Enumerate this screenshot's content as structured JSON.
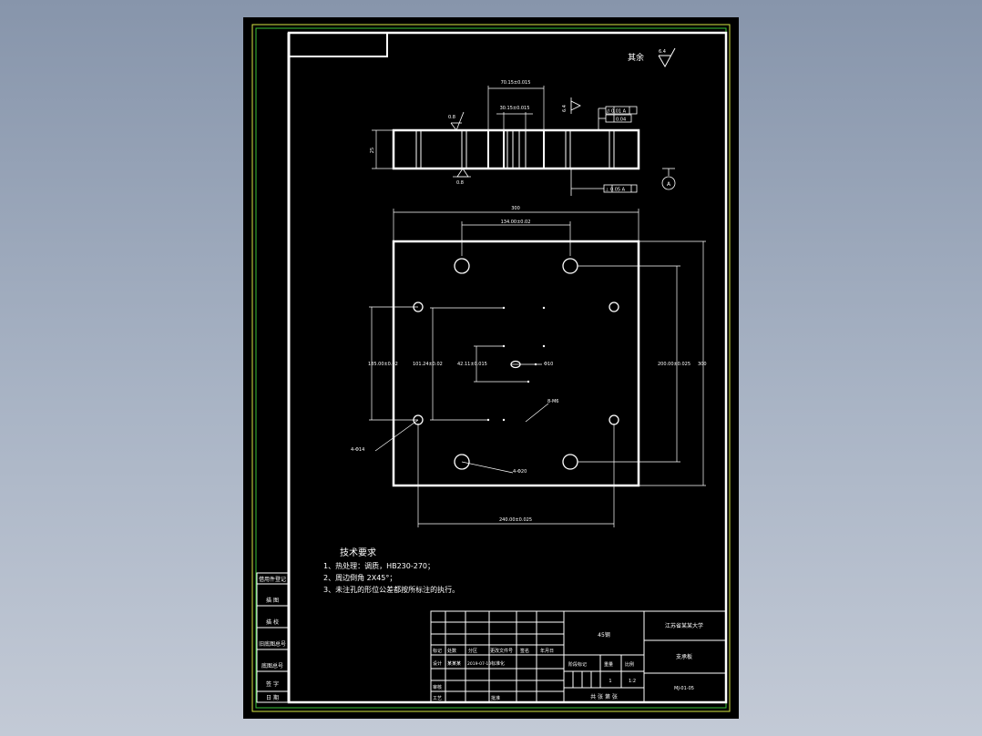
{
  "drawing": {
    "surface_roughness_rest": "其余",
    "roughness_rest_value": "6.4",
    "dims": {
      "top_outer": "70.15±0.015",
      "top_inner": "30.15±0.015",
      "thickness": "25",
      "rough_top": "0.8",
      "rough_bottom": "0.8",
      "rough_side": "6.4",
      "width_overall": "300",
      "hole_spacing_top": "134.00±0.02",
      "left_outer": "185.00±0.02",
      "left_inner": "101.24±0.02",
      "center_small": "42.11±0.015",
      "center_hole": "Φ10",
      "right_height": "200.00±0.025",
      "right_overall": "300",
      "bottom_spacing": "240.00±0.025",
      "hole_4x14": "4-Φ14",
      "hole_4x20": "4-Φ20",
      "hole_m6": "8-M6"
    },
    "tolerances": {
      "parallel": "// 0.01 A",
      "flatness": "0.04",
      "perpendicular": "⊥ 0.05 A",
      "datum": "A"
    }
  },
  "tech": {
    "title": "技术要求",
    "items": [
      "1、热处理：调质，HB230-270；",
      "2、周边倒角 2X45°；",
      "3、未注孔的形位公差都按所标注的执行。"
    ]
  },
  "side_labels": [
    "借用件登记",
    "描 图",
    "描 校",
    "旧底图总号",
    "底图总号",
    "签 字",
    "日 期"
  ],
  "title_block": {
    "material": "45钢",
    "company": "江苏省某某大学",
    "part_name": "支承板",
    "drawing_no": "MJ-01-05",
    "headers": [
      "标记",
      "处数",
      "分区",
      "更改文件号",
      "签名",
      "年月日"
    ],
    "row_design": [
      "设计",
      "某某某",
      "2019-07-10",
      "标准化"
    ],
    "row_review": "审核",
    "row_process": "工艺",
    "row_approve": "批准",
    "stage_label": "阶段标记",
    "weight_label": "重量",
    "scale_label": "比例",
    "weight": "1",
    "scale": "1:2",
    "sheets": "共 张  第 张"
  }
}
